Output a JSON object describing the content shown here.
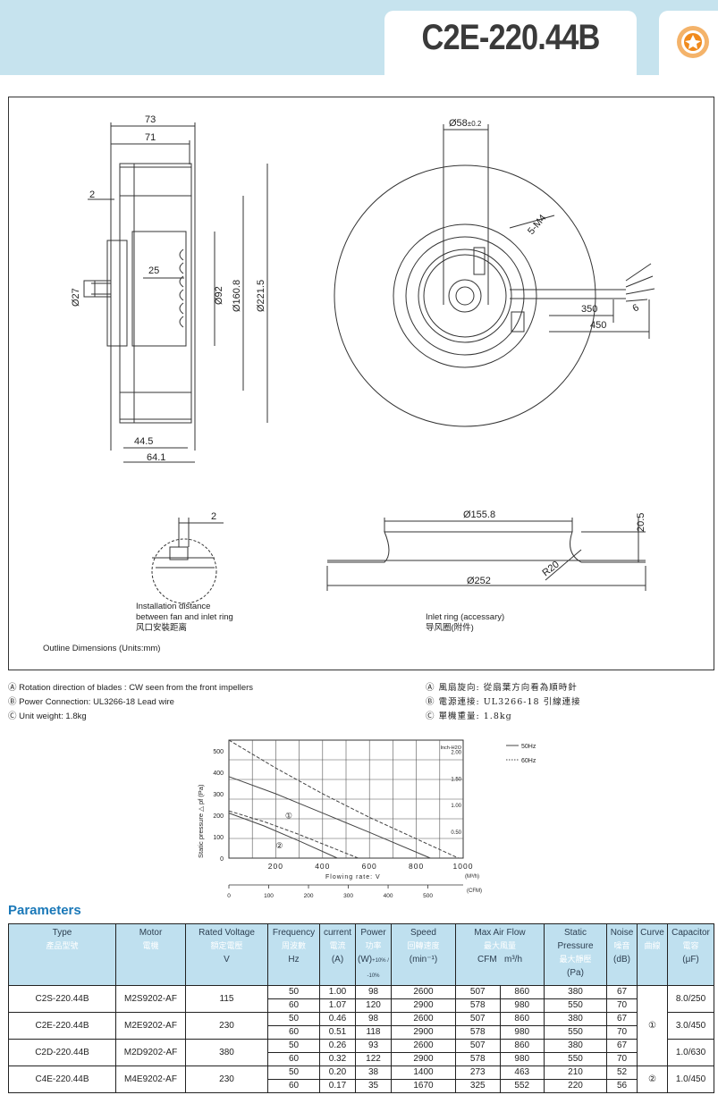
{
  "header": {
    "model": "C2E-220.44B",
    "logo_icon": "brand-logo-icon",
    "bg_color": "#c6e3ee",
    "accent_color": "#f08a1c"
  },
  "drawing": {
    "side_dims": {
      "d73": "73",
      "d71": "71",
      "d2": "2",
      "d25": "25",
      "d27": "Ø27",
      "d92": "Ø92",
      "d160": "Ø160.8",
      "d221": "Ø221.5",
      "d445": "44.5",
      "d641": "64.1"
    },
    "front_dims": {
      "d58": "Ø58",
      "d58_tol": "±0.2",
      "m4": "5-M4",
      "d350": "350",
      "d450": "450",
      "d6": "6"
    },
    "inlet_dims": {
      "d2": "2",
      "d1558": "Ø155.8",
      "d205": "20.5",
      "r20": "R20",
      "d252": "Ø252"
    },
    "install_label": [
      "Installation distance",
      "between fan and inlet ring",
      "风口安裝距离"
    ],
    "inlet_label": [
      "Inlet ring  (accessary)",
      "导风圈(附件)"
    ],
    "outline_label": "Outline Dimensions (Units:mm)"
  },
  "notes_en": [
    {
      "mark": "Ⓐ",
      "text": "Rotation direction of blades : CW seen from the front impellers"
    },
    {
      "mark": "Ⓑ",
      "text": "Power Connection:  UL3266-18 Lead wire"
    },
    {
      "mark": "Ⓒ",
      "text": "Unit weight:  1.8kg"
    }
  ],
  "notes_cn": [
    {
      "mark": "Ⓐ",
      "text": "風扇旋向: 從扇葉方向看為順時針"
    },
    {
      "mark": "Ⓑ",
      "text": "電源連接: UL3266-18 引線連接"
    },
    {
      "mark": "Ⓒ",
      "text": "單機重量: 1.8kg"
    }
  ],
  "chart_data": {
    "type": "line",
    "ylabel": "Static pressure △ pf (Pa)",
    "xlabel": "Flowing rate: V",
    "x_unit": "(M³/h)",
    "x2_unit": "(CFM)",
    "y2_unit": "Inch-H2O",
    "xlim": [
      0,
      1000
    ],
    "ylim": [
      0,
      550
    ],
    "x_ticks": [
      "200",
      "400",
      "600",
      "800",
      "1000"
    ],
    "x2_ticks": [
      "0",
      "100",
      "200",
      "300",
      "400",
      "500"
    ],
    "y_ticks": [
      "0",
      "100",
      "200",
      "300",
      "400",
      "500"
    ],
    "y2_ticks": [
      "2.00",
      "1.50",
      "1.00",
      "0.50"
    ],
    "legend": [
      "50Hz",
      "60Hz"
    ],
    "legend_position": "top-right",
    "grid": true,
    "series": [
      {
        "name": "50Hz",
        "curve": "①",
        "x": [
          0,
          200,
          400,
          600,
          860
        ],
        "y": [
          380,
          300,
          210,
          120,
          0
        ]
      },
      {
        "name": "60Hz",
        "curve": "①",
        "x": [
          0,
          200,
          400,
          600,
          980
        ],
        "y": [
          550,
          420,
          300,
          190,
          0
        ]
      },
      {
        "name": "50Hz",
        "curve": "②",
        "x": [
          0,
          150,
          300,
          463
        ],
        "y": [
          210,
          150,
          80,
          0
        ]
      },
      {
        "name": "60Hz",
        "curve": "②",
        "x": [
          0,
          150,
          300,
          552
        ],
        "y": [
          220,
          170,
          110,
          0
        ]
      }
    ]
  },
  "params": {
    "title": "Parameters",
    "headers": [
      {
        "en": "Type",
        "cn": "產品型號",
        "unit": ""
      },
      {
        "en": "Motor",
        "cn": "電機",
        "unit": ""
      },
      {
        "en": "Rated Voltage",
        "cn": "額定電壓",
        "unit": "V"
      },
      {
        "en": "Frequency",
        "cn": "周波數",
        "unit": "Hz"
      },
      {
        "en": "current",
        "cn": "電流",
        "unit": "(A)"
      },
      {
        "en": "Power",
        "cn": "功率",
        "unit": "(W)"
      },
      {
        "en": "Speed",
        "cn": "回轉速度",
        "unit": "(min⁻¹)"
      },
      {
        "en": "Max Air Flow",
        "cn": "最大風量",
        "unit_cfm": "CFM",
        "unit_m3": "m³/h"
      },
      {
        "en": "Static Pressure",
        "cn": "最大靜壓",
        "unit": "(Pa)"
      },
      {
        "en": "Noise",
        "cn": "噪音",
        "unit": "(dB)"
      },
      {
        "en": "Curve",
        "cn": "曲線",
        "unit": ""
      },
      {
        "en": "Capacitor",
        "cn": "電容",
        "unit": "(μF)"
      }
    ],
    "power_tol": "+10% / -10%",
    "rows": [
      {
        "type": "C2S-220.44B",
        "motor": "M2S9202-AF",
        "voltage": "115",
        "capacitor": "8.0/250",
        "lines": [
          [
            "50",
            "1.00",
            "98",
            "2600",
            "507",
            "860",
            "380",
            "67"
          ],
          [
            "60",
            "1.07",
            "120",
            "2900",
            "578",
            "980",
            "550",
            "70"
          ]
        ]
      },
      {
        "type": "C2E-220.44B",
        "motor": "M2E9202-AF",
        "voltage": "230",
        "capacitor": "3.0/450",
        "lines": [
          [
            "50",
            "0.46",
            "98",
            "2600",
            "507",
            "860",
            "380",
            "67"
          ],
          [
            "60",
            "0.51",
            "118",
            "2900",
            "578",
            "980",
            "550",
            "70"
          ]
        ]
      },
      {
        "type": "C2D-220.44B",
        "motor": "M2D9202-AF",
        "voltage": "380",
        "capacitor": "1.0/630",
        "lines": [
          [
            "50",
            "0.26",
            "93",
            "2600",
            "507",
            "860",
            "380",
            "67"
          ],
          [
            "60",
            "0.32",
            "122",
            "2900",
            "578",
            "980",
            "550",
            "70"
          ]
        ]
      },
      {
        "type": "C4E-220.44B",
        "motor": "M4E9202-AF",
        "voltage": "230",
        "capacitor": "1.0/450",
        "lines": [
          [
            "50",
            "0.20",
            "38",
            "1400",
            "273",
            "463",
            "210",
            "52"
          ],
          [
            "60",
            "0.17",
            "35",
            "1670",
            "325",
            "552",
            "220",
            "56"
          ]
        ]
      }
    ],
    "curve_marks": [
      "①",
      "②"
    ]
  }
}
